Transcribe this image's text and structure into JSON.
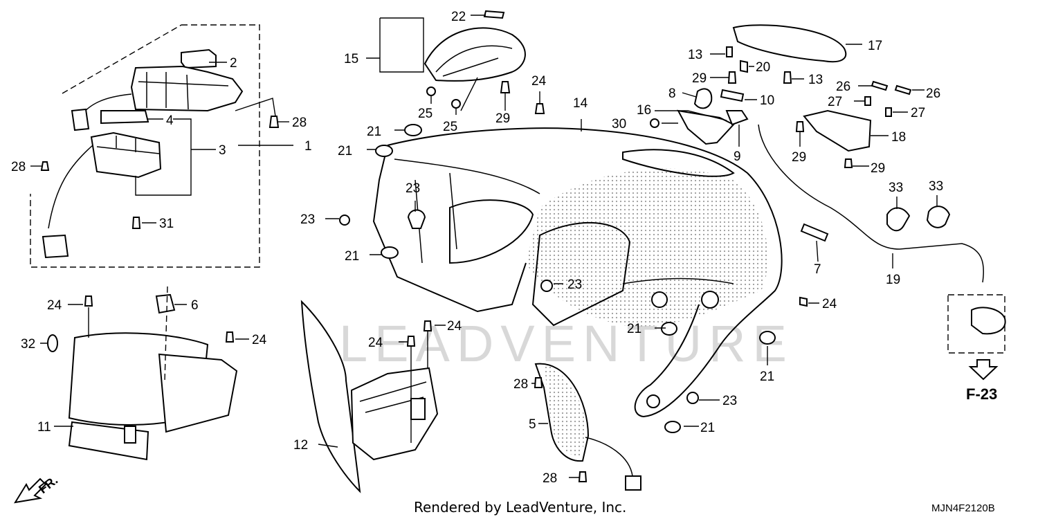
{
  "diagram": {
    "callouts": [
      {
        "id": "c1",
        "text": "1"
      },
      {
        "id": "c2",
        "text": "2"
      },
      {
        "id": "c3",
        "text": "3"
      },
      {
        "id": "c4",
        "text": "4"
      },
      {
        "id": "c5",
        "text": "5"
      },
      {
        "id": "c6",
        "text": "6"
      },
      {
        "id": "c7",
        "text": "7"
      },
      {
        "id": "c8",
        "text": "8"
      },
      {
        "id": "c9",
        "text": "9"
      },
      {
        "id": "c10",
        "text": "10"
      },
      {
        "id": "c11",
        "text": "11"
      },
      {
        "id": "c12",
        "text": "12"
      },
      {
        "id": "c13a",
        "text": "13"
      },
      {
        "id": "c13b",
        "text": "13"
      },
      {
        "id": "c14",
        "text": "14"
      },
      {
        "id": "c15",
        "text": "15"
      },
      {
        "id": "c16",
        "text": "16"
      },
      {
        "id": "c17",
        "text": "17"
      },
      {
        "id": "c18",
        "text": "18"
      },
      {
        "id": "c19",
        "text": "19"
      },
      {
        "id": "c20",
        "text": "20"
      },
      {
        "id": "c21a",
        "text": "21"
      },
      {
        "id": "c21b",
        "text": "21"
      },
      {
        "id": "c21c",
        "text": "21"
      },
      {
        "id": "c21d",
        "text": "21"
      },
      {
        "id": "c21e",
        "text": "21"
      },
      {
        "id": "c21f",
        "text": "21"
      },
      {
        "id": "c22",
        "text": "22"
      },
      {
        "id": "c23a",
        "text": "23"
      },
      {
        "id": "c23b",
        "text": "23"
      },
      {
        "id": "c23c",
        "text": "23"
      },
      {
        "id": "c23d",
        "text": "23"
      },
      {
        "id": "c24a",
        "text": "24"
      },
      {
        "id": "c24b",
        "text": "24"
      },
      {
        "id": "c24c",
        "text": "24"
      },
      {
        "id": "c24d",
        "text": "24"
      },
      {
        "id": "c24e",
        "text": "24"
      },
      {
        "id": "c24f",
        "text": "24"
      },
      {
        "id": "c25a",
        "text": "25"
      },
      {
        "id": "c25b",
        "text": "25"
      },
      {
        "id": "c26a",
        "text": "26"
      },
      {
        "id": "c26b",
        "text": "26"
      },
      {
        "id": "c27a",
        "text": "27"
      },
      {
        "id": "c27b",
        "text": "27"
      },
      {
        "id": "c28a",
        "text": "28"
      },
      {
        "id": "c28b",
        "text": "28"
      },
      {
        "id": "c28c",
        "text": "28"
      },
      {
        "id": "c28d",
        "text": "28"
      },
      {
        "id": "c29a",
        "text": "29"
      },
      {
        "id": "c29b",
        "text": "29"
      },
      {
        "id": "c29c",
        "text": "29"
      },
      {
        "id": "c29d",
        "text": "29"
      },
      {
        "id": "c30",
        "text": "30"
      },
      {
        "id": "c31",
        "text": "31"
      },
      {
        "id": "c32",
        "text": "32"
      },
      {
        "id": "c33a",
        "text": "33"
      },
      {
        "id": "c33b",
        "text": "33"
      }
    ],
    "reference_label": "F-23",
    "front_arrow_label": "FR.",
    "footer_credit": "Rendered by LeadVenture, Inc.",
    "diagram_code": "MJN4F2120B",
    "watermark": "LEADVENTURE"
  }
}
